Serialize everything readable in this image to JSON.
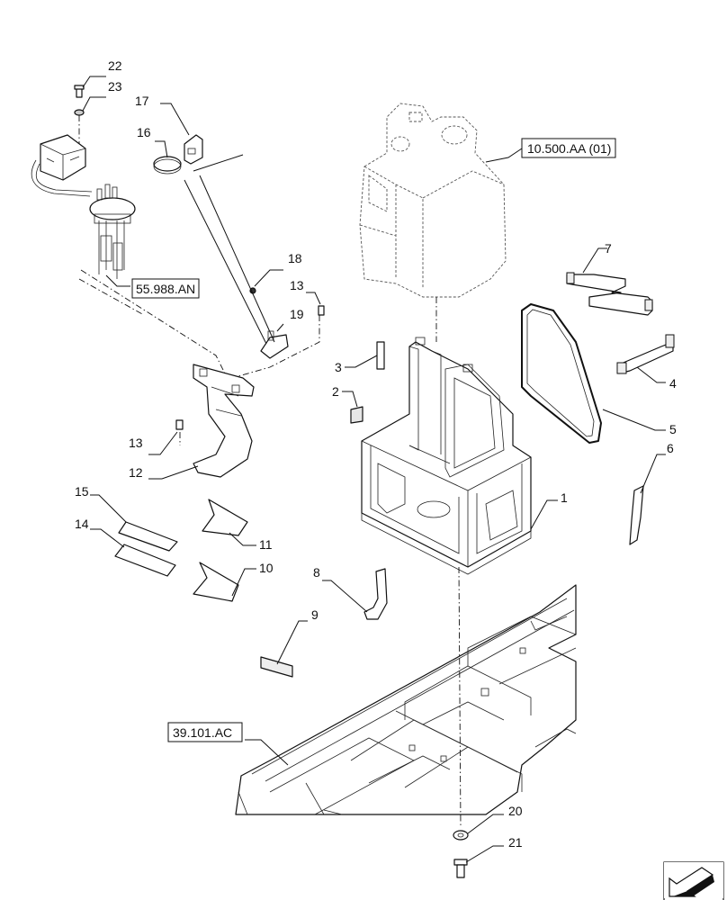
{
  "callouts": {
    "c1": "1",
    "c2": "2",
    "c3": "3",
    "c4": "4",
    "c5": "5",
    "c6": "6",
    "c7": "7",
    "c8": "8",
    "c9": "9",
    "c10": "10",
    "c11": "11",
    "c12": "12",
    "c13a": "13",
    "c13b": "13",
    "c14": "14",
    "c15": "15",
    "c16": "16",
    "c17": "17",
    "c18": "18",
    "c19": "19",
    "c20": "20",
    "c21": "21",
    "c22": "22",
    "c23": "23"
  },
  "references": {
    "tank": "10.500.AA (01)",
    "sender": "55.988.AN",
    "frame": "39.101.AC"
  },
  "nav": {
    "icon": "next-page-arrow-icon"
  }
}
